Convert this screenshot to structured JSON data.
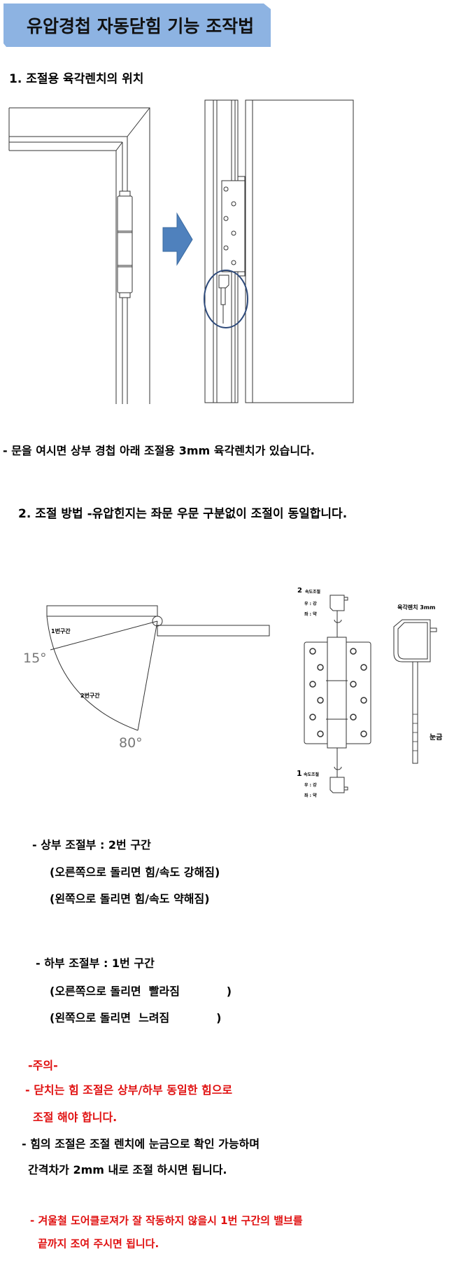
{
  "title": "유압경첩 자동닫힘 기능 조작법",
  "section1": {
    "heading": "1.  조절용 육각렌치의 위치",
    "note": "-  문을 여시면 상부 경첩 아래 조절용 3mm 육각렌치가 있습니다."
  },
  "section2": {
    "heading": "2.  조절 방법  -유압힌지는 좌문 우문 구분없이 조절이 동일합니다.",
    "diagram": {
      "zone1": "1번구간",
      "zone2": "2번구간",
      "angle1": "15°",
      "angle2": "80°",
      "top_adjust": "2",
      "top_adjust_label": "속도조절",
      "right_strong": "우 : 강",
      "left_weak": "좌 : 약",
      "bottom_adjust": "1",
      "bottom_adjust_label": "속도조절",
      "wrench_label": "육각렌치 3mm",
      "scale_label": "눈금"
    },
    "upper": {
      "label": "- 상부 조절부 :  2번 구간",
      "right": "(오른쪽으로 돌리면 힘/속도 강해짐)",
      "left": "(왼쪽으로 돌리면 힘/속도 약해짐)"
    },
    "lower": {
      "label": "- 하부 조절부 : 1번 구간",
      "right": "(오른쪽으로 돌리면  빨라짐            )",
      "left": "(왼쪽으로 돌리면  느려짐            )"
    }
  },
  "caution": {
    "heading": "-주의-",
    "line1": "-  닫치는 힘 조절은 상부/하부 동일한 힘으로",
    "line2": "조절 해야 합니다.",
    "line3": "- 힘의 조절은 조절 렌치에 눈금으로 확인 가능하며",
    "line4": "간격차가 2mm 내로 조절 하시면 됩니다.",
    "line5": "- 겨울철 도어클로져가 잘 작동하지 않을시 1번 구간의 밸브를",
    "line6": "끝까지 조여 주시면 됩니다."
  },
  "colors": {
    "banner": "#8db3e2",
    "arrow": "#4f81bd",
    "warning": "#e01010"
  }
}
